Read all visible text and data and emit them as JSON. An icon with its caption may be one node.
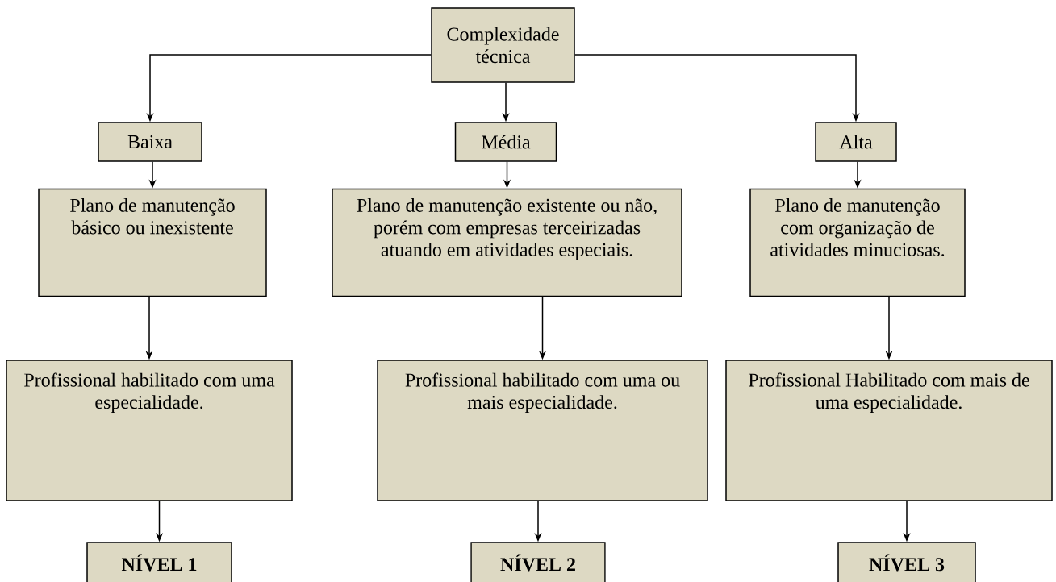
{
  "diagram": {
    "nodes": [
      {
        "text": [
          "Complexidade técnica"
        ]
      },
      {
        "text": [
          "Baixa"
        ]
      },
      {
        "text": [
          "Média"
        ]
      },
      {
        "text": [
          "Alta"
        ]
      },
      {
        "text": [
          "Plano de manutenção básico ou inexistente"
        ]
      },
      {
        "text": [
          "Plano de manutenção existente ou não, porém com empresas terceirizadas atuando em atividades especiais."
        ]
      },
      {
        "text": [
          "Plano de manutenção com organização de atividades minuciosas."
        ]
      },
      {
        "text": [
          "Profissional habilitado com uma especialidade."
        ]
      },
      {
        "text": [
          "Profissional habilitado com uma ou mais especialidade."
        ]
      },
      {
        "text": [
          "Profissional Habilitado com mais de uma especialidade."
        ]
      },
      {
        "text": [
          "NÍVEL 1"
        ]
      },
      {
        "text": [
          "NÍVEL 2"
        ]
      },
      {
        "text": [
          "NÍVEL 3"
        ]
      }
    ],
    "edges": [
      {
        "from": 0,
        "to": 1,
        "arrow": "to"
      },
      {
        "from": 0,
        "to": 2,
        "arrow": "to"
      },
      {
        "from": 0,
        "to": 3,
        "arrow": "to"
      },
      {
        "from": 1,
        "to": 4,
        "arrow": "to"
      },
      {
        "from": 2,
        "to": 5,
        "arrow": "to"
      },
      {
        "from": 3,
        "to": 6,
        "arrow": "to"
      },
      {
        "from": 4,
        "to": 7,
        "arrow": "to"
      },
      {
        "from": 5,
        "to": 8,
        "arrow": "to"
      },
      {
        "from": 6,
        "to": 9,
        "arrow": "to"
      },
      {
        "from": 7,
        "to": 10,
        "arrow": "to"
      },
      {
        "from": 8,
        "to": 11,
        "arrow": "to"
      },
      {
        "from": 9,
        "to": 12,
        "arrow": "to"
      }
    ]
  }
}
